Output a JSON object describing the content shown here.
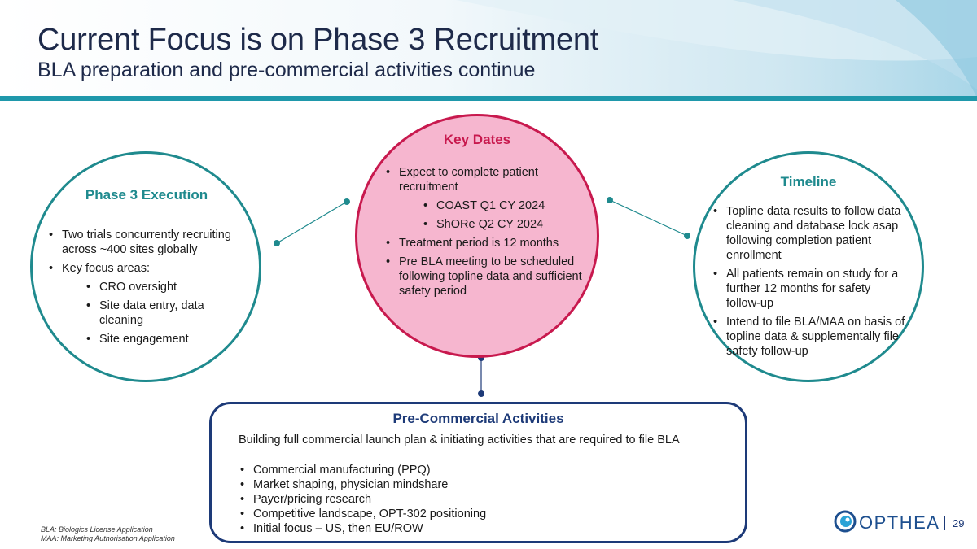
{
  "header": {
    "title": "Current Focus is on Phase 3 Recruitment",
    "subtitle": "BLA preparation and pre-commercial activities continue"
  },
  "phase3": {
    "heading": "Phase 3 Execution",
    "bullets": [
      "Two trials concurrently recruiting across ~400 sites globally",
      "Key focus areas:"
    ],
    "sub_bullets": [
      "CRO oversight",
      "Site data entry, data cleaning",
      "Site engagement"
    ]
  },
  "key_dates": {
    "heading": "Key Dates",
    "bullet_1": "Expect to complete patient recruitment",
    "sub_bullets": [
      "COAST Q1 CY 2024",
      "ShORe Q2 CY 2024"
    ],
    "bullet_2": "Treatment period is 12 months",
    "bullet_3": "Pre BLA meeting to be scheduled following topline data and sufficient safety period"
  },
  "timeline": {
    "heading": "Timeline",
    "bullets": [
      "Topline data results to follow data cleaning and database lock asap following completion patient enrollment",
      "All patients remain on study for a further 12 months for safety follow-up",
      "Intend to file BLA/MAA on basis of topline data & supplementally file safety follow-up"
    ]
  },
  "precommercial": {
    "heading": "Pre-Commercial Activities",
    "intro": "Building full commercial launch plan & initiating activities that are required to file BLA",
    "bullets": [
      "Commercial manufacturing (PPQ)",
      "Market shaping, physician mindshare",
      "Payer/pricing research",
      "Competitive landscape, OPT-302 positioning",
      "Initial focus – US, then EU/ROW"
    ]
  },
  "footnotes": [
    "BLA: Biologics License Application",
    "MAA: Marketing Authorisation Application"
  ],
  "logo_text": "OPTHEA",
  "page_number": "29",
  "colors": {
    "navy": "#1d3a78",
    "teal": "#1f8a8e",
    "crimson": "#c8194e",
    "pink": "#f6b6cf"
  }
}
